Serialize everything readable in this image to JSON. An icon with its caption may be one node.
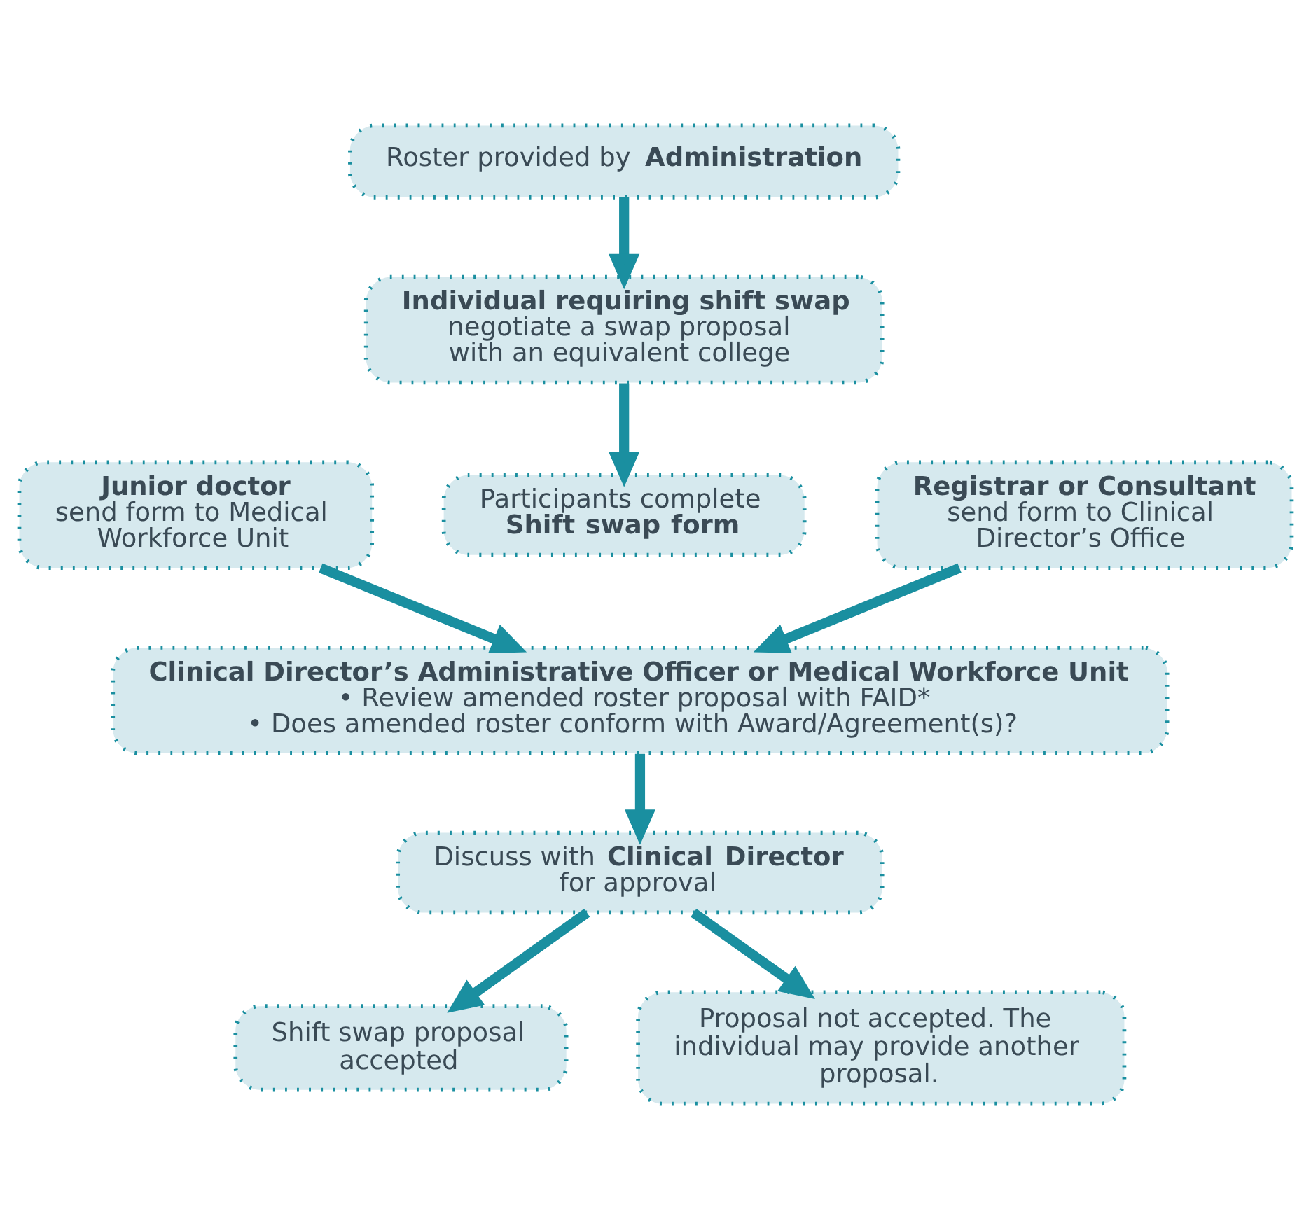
{
  "diagram": {
    "nodes": [
      {
        "text": [
          "Roster provided by **Administration**"
        ]
      },
      {
        "text": [
          "Individual requiring shift swap",
          "negotiate a swap proposal with an equivalent college"
        ]
      },
      {
        "text": [
          "Junior doctor",
          "send form to Medical Workforce Unit"
        ]
      },
      {
        "text": [
          "Participants complete **Shift swap form**"
        ]
      },
      {
        "text": [
          "Registrar or Consultant",
          "send form to Clinical Director’s Office"
        ]
      },
      {
        "text": [
          "Clinical Director’s Administrative Officer or Medical Workforce Unit",
          "• Review amended roster proposal with FAID*",
          "• Does amended roster conform with Award/Agreement(s)?"
        ]
      },
      {
        "text": [
          "Discuss with **Clinical Director** for approval"
        ]
      },
      {
        "text": [
          "Shift swap proposal accepted"
        ]
      },
      {
        "text": [
          "Proposal not accepted. The individual may provide another proposal."
        ]
      }
    ],
    "edges": [
      {
        "from": 0,
        "to": 1,
        "arrow": "to"
      },
      {
        "from": 1,
        "to": 3,
        "arrow": "to"
      },
      {
        "from": 2,
        "to": 5,
        "arrow": "to"
      },
      {
        "from": 4,
        "to": 5,
        "arrow": "to"
      },
      {
        "from": 5,
        "to": 6,
        "arrow": "to"
      },
      {
        "from": 6,
        "to": 7,
        "arrow": "to"
      },
      {
        "from": 6,
        "to": 8,
        "arrow": "to"
      }
    ]
  }
}
